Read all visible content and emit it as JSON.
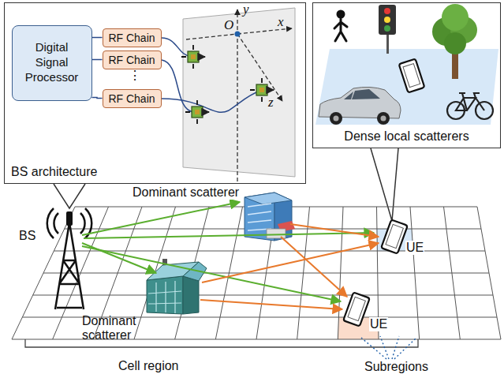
{
  "diagram": {
    "nodes": [
      {
        "text": [
          "BS architecture"
        ]
      },
      {
        "text": [
          "Digital Signal Processor"
        ],
        "in": 0
      },
      {
        "text": [
          "RF Chain"
        ],
        "in": 0
      },
      {
        "text": [
          "RF Chain"
        ],
        "in": 0
      },
      {
        "text": [
          "RF Chain"
        ],
        "in": 0
      },
      {
        "text": [
          "Dense local scatterers"
        ]
      }
    ],
    "edges": [
      {
        "from": 1,
        "to": 2,
        "arrow": "none"
      },
      {
        "from": 1,
        "to": 3,
        "arrow": "none"
      },
      {
        "from": 1,
        "to": 4,
        "arrow": "none"
      }
    ],
    "labels": [
      "y",
      "x",
      "z",
      "O",
      "⋮",
      "BS",
      "Dominant scatterer",
      "Dominant scatterer",
      "UE",
      "UE",
      "Cell region",
      "Subregions"
    ]
  }
}
